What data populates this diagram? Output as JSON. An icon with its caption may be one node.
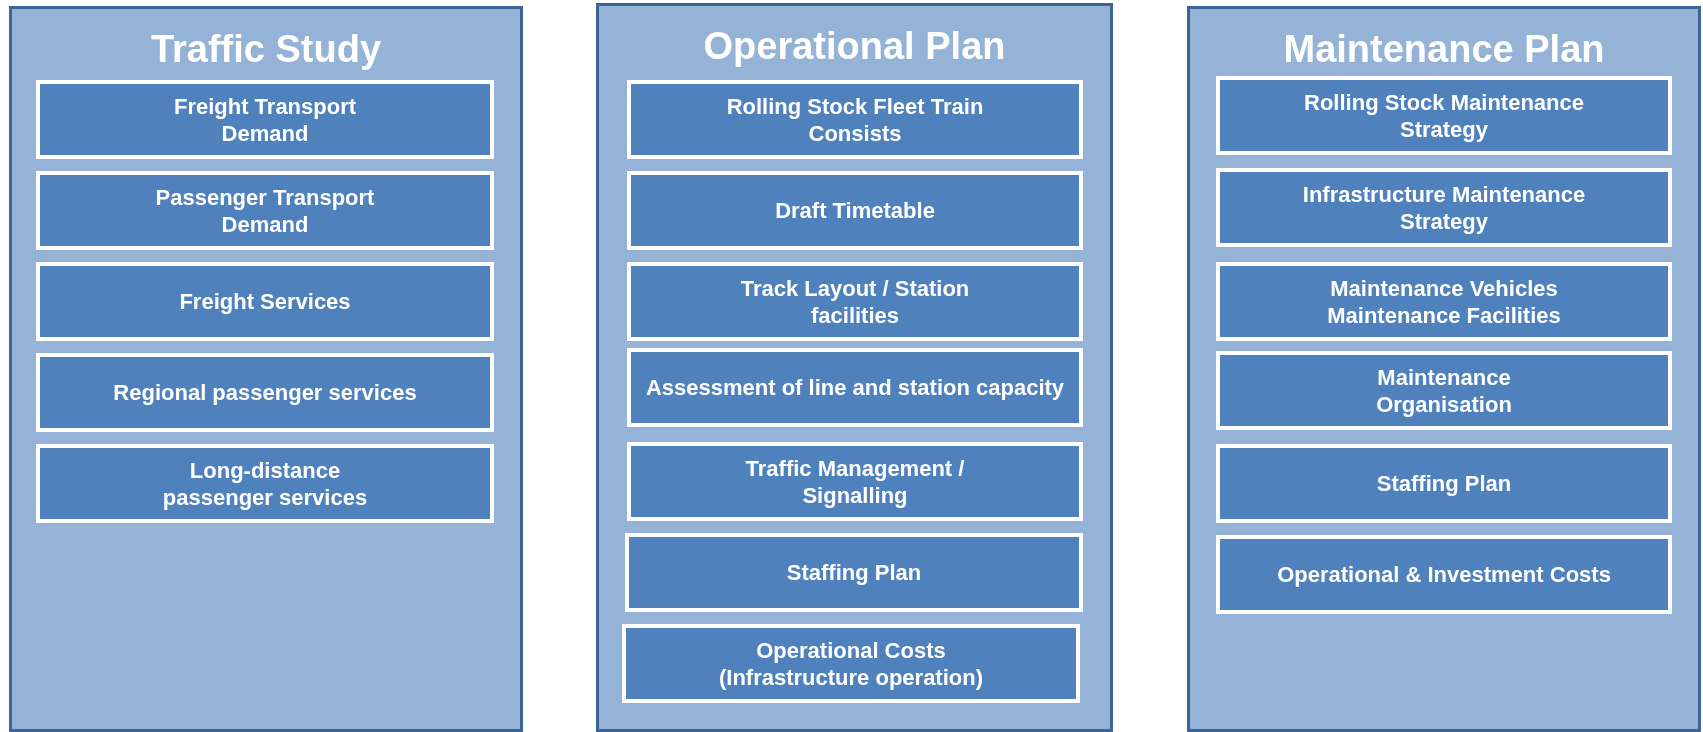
{
  "diagram": {
    "nodes": [
      {
        "text": [
          "Traffic Study"
        ]
      },
      {
        "text": [
          "Freight Transport Demand"
        ],
        "in": 0
      },
      {
        "text": [
          "Passenger Transport Demand"
        ],
        "in": 0
      },
      {
        "text": [
          "Freight Services"
        ],
        "in": 0
      },
      {
        "text": [
          "Regional passenger services"
        ],
        "in": 0
      },
      {
        "text": [
          "Long-distance passenger services"
        ],
        "in": 0
      },
      {
        "text": [
          "Operational Plan"
        ]
      },
      {
        "text": [
          "Rolling Stock Fleet Train Consists"
        ],
        "in": 6
      },
      {
        "text": [
          "Draft Timetable"
        ],
        "in": 6
      },
      {
        "text": [
          "Track Layout / Station facilities"
        ],
        "in": 6
      },
      {
        "text": [
          "Assessment of line and station capacity"
        ],
        "in": 6
      },
      {
        "text": [
          "Traffic Management / Signalling"
        ],
        "in": 6
      },
      {
        "text": [
          "Staffing Plan"
        ],
        "in": 6
      },
      {
        "text": [
          "Operational Costs (Infrastructure operation)"
        ],
        "in": 6
      },
      {
        "text": [
          "Maintenance Plan"
        ]
      },
      {
        "text": [
          "Rolling Stock Maintenance Strategy"
        ],
        "in": 14
      },
      {
        "text": [
          "Infrastructure Maintenance Strategy"
        ],
        "in": 14
      },
      {
        "text": [
          "Maintenance Vehicles Maintenance Facilities"
        ],
        "in": 14
      },
      {
        "text": [
          "Maintenance Organisation"
        ],
        "in": 14
      },
      {
        "text": [
          "Staffing Plan"
        ],
        "in": 14
      },
      {
        "text": [
          "Operational & Investment Costs"
        ],
        "in": 14
      }
    ]
  }
}
